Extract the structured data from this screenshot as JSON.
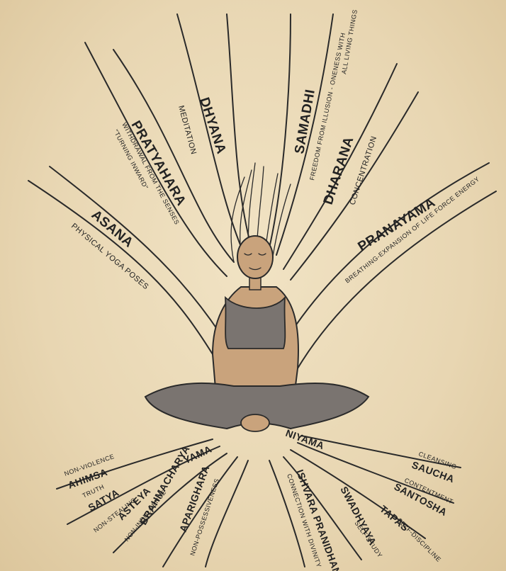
{
  "limbs": {
    "dhyana": {
      "name": "DHYANA",
      "desc": "MEDITATION"
    },
    "samadhi": {
      "name": "SAMADHI",
      "desc1": "FREEDOM FROM ILLUSION - ONENESS WITH",
      "desc2": "ALL LIVING THINGS"
    },
    "pratyahara": {
      "name": "PRATYAHARA",
      "desc1": "WITHDRAWAL FROM THE SENSES",
      "desc2": "\"TURNING INWARD\""
    },
    "dharana": {
      "name": "DHARANA",
      "desc": "CONCENTRATION"
    },
    "asana": {
      "name": "ASANA",
      "desc": "PHYSICAL YOGA POSES"
    },
    "pranayama": {
      "name": "PRANAYAMA",
      "desc": "BREATHING-EXPANSION OF LIFE FORCE ENERGY"
    }
  },
  "roots": {
    "yama": "YAMA",
    "niyama": "NIYAMA",
    "ahimsa": {
      "name": "AHIMSA",
      "desc": "NON-VIOLENCE"
    },
    "satya": {
      "name": "SATYA",
      "desc": "TRUTH"
    },
    "asteya": {
      "name": "ASTEYA",
      "desc": "NON-STEALING"
    },
    "brahmacharya": {
      "name": "BRAHMACHARYA",
      "desc": "NON-INDULGENCE"
    },
    "aparigraha": {
      "name": "APARIGHARA",
      "desc": "NON-POSSESSIVENESS"
    },
    "ishvara": {
      "name": "ISHVARA PRANIDHANA",
      "desc": "CONNECTION WITH DIVINITY"
    },
    "swadhyaya": {
      "name": "SWADHYAYA",
      "desc": "SELF-STUDY"
    },
    "tapas": {
      "name": "TAPAS",
      "desc": "SELF-DISCIPLINE"
    },
    "santosha": {
      "name": "SANTOSHA",
      "desc": "CONTENTMENT"
    },
    "saucha": {
      "name": "SAUCHA",
      "desc": "CLEANSING"
    }
  }
}
